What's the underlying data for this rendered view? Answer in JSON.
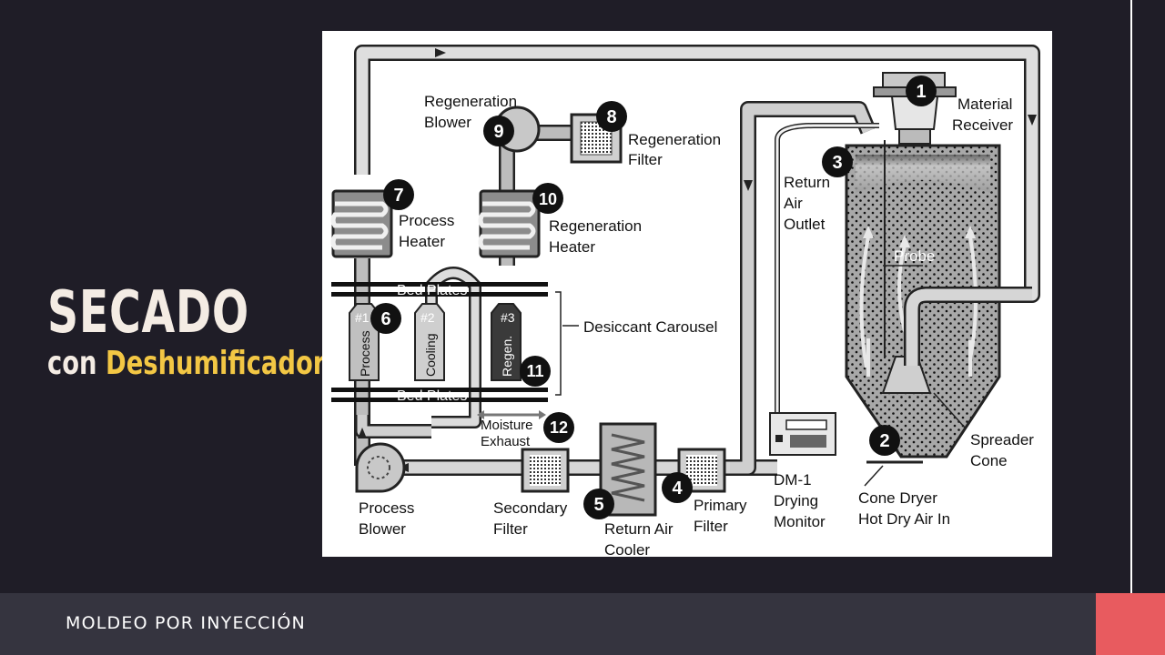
{
  "slide": {
    "title": "SECADO",
    "subtitle_prefix": "con",
    "subtitle_highlight": "Deshumificador",
    "footer": "MOLDEO POR INYECCIÓN",
    "colors": {
      "background": "#1f1d27",
      "title": "#f4ece4",
      "highlight": "#f3c744",
      "footer_bar": "#35343f",
      "accent": "#e85b5f"
    }
  },
  "diagram": {
    "labels": {
      "regeneration_blower": [
        "Regeneration",
        "Blower"
      ],
      "regeneration_filter": [
        "Regeneration",
        "Filter"
      ],
      "process_heater": [
        "Process",
        "Heater"
      ],
      "regeneration_heater": [
        "Regeneration",
        "Heater"
      ],
      "bed_plates_top": "Bed Plates",
      "bed_plates_bottom": "Bed Plates",
      "desiccant_carousel": "Desiccant Carousel",
      "bed1_num": "#1",
      "bed1_name": "Process",
      "bed2_num": "#2",
      "bed2_name": "Cooling",
      "bed3_num": "#3",
      "bed3_name": "Regen.",
      "moisture_exhaust": [
        "Moisture",
        "Exhaust"
      ],
      "process_blower": [
        "Process",
        "Blower"
      ],
      "secondary_filter": [
        "Secondary",
        "Filter"
      ],
      "return_air_cooler": [
        "Return Air",
        "Cooler"
      ],
      "primary_filter": [
        "Primary",
        "Filter"
      ],
      "dm1_monitor": [
        "DM-1",
        "Drying",
        "Monitor"
      ],
      "cone_dryer": [
        "Cone Dryer",
        "Hot Dry Air In"
      ],
      "spreader_cone": [
        "Spreader",
        "Cone"
      ],
      "material_receiver": [
        "Material",
        "Receiver"
      ],
      "return_air_outlet": [
        "Return",
        "Air",
        "Outlet"
      ],
      "probe": "Probe"
    },
    "markers": [
      "1",
      "2",
      "3",
      "4",
      "5",
      "6",
      "7",
      "8",
      "9",
      "10",
      "11",
      "12"
    ]
  }
}
